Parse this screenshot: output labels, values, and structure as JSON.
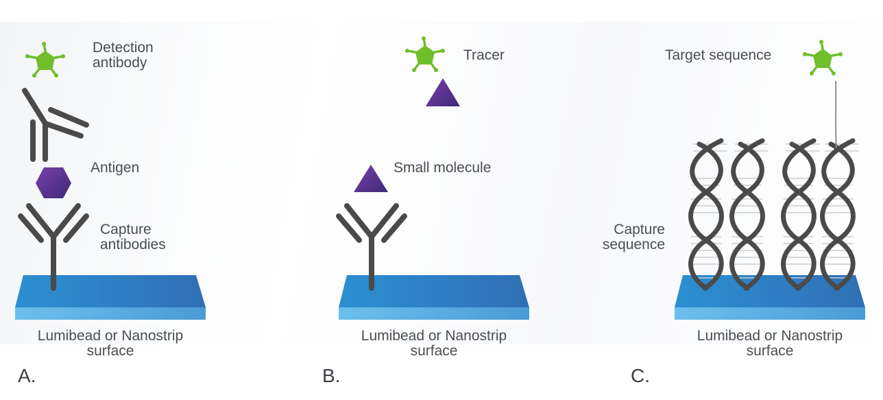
{
  "panels": [
    {
      "letter": "A.",
      "labels": {
        "top_line1": "Detection",
        "top_line2": "antibody",
        "middle": "Antigen",
        "bottom_line1": "Capture",
        "bottom_line2": "antibodies"
      },
      "surface_line1": "Lumibead or Nanostrip",
      "surface_line2": "surface"
    },
    {
      "letter": "B.",
      "labels": {
        "top": "Tracer",
        "middle": "Small molecule"
      },
      "surface_line1": "Lumibead or Nanostrip",
      "surface_line2": "surface"
    },
    {
      "letter": "C.",
      "labels": {
        "top": "Target sequence",
        "bottom_line1": "Capture",
        "bottom_line2": "sequence"
      },
      "surface_line1": "Lumibead or Nanostrip",
      "surface_line2": "surface"
    }
  ],
  "colors": {
    "label_fill": "#6fbe2a",
    "molecule_purple": "#5b2d8c",
    "antibody_gray": "#4a4a4a",
    "surface_blue": "#2f7fc4",
    "surface_edge": "#5fb3e6",
    "text": "#4a4d52"
  }
}
